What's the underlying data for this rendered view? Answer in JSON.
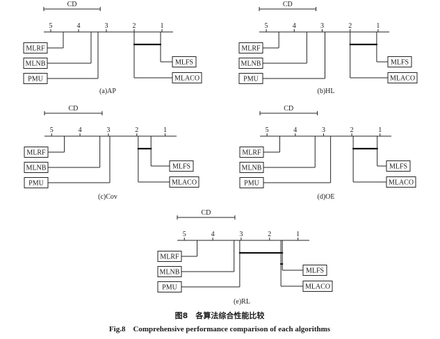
{
  "chart_data": [
    {
      "type": "critical-difference-diagram",
      "caption": "(a)AP",
      "axis": {
        "min": 1,
        "max": 5,
        "reversed": true,
        "ticks": [
          "5",
          "4",
          "3",
          "2",
          "1"
        ]
      },
      "cd_label": "CD",
      "cd_value": 2.03,
      "items": [
        {
          "name": "MLRF",
          "rank": 4.55,
          "side": "left"
        },
        {
          "name": "MLNB",
          "rank": 3.55,
          "side": "left"
        },
        {
          "name": "PMU",
          "rank": 3.3,
          "side": "left"
        },
        {
          "name": "MLFS",
          "rank": 1.05,
          "side": "right"
        },
        {
          "name": "MLACO",
          "rank": 2.0,
          "side": "right"
        }
      ],
      "groups": [
        [
          1.05,
          2.0
        ]
      ]
    },
    {
      "type": "critical-difference-diagram",
      "caption": "(b)HL",
      "axis": {
        "min": 1,
        "max": 5,
        "reversed": true,
        "ticks": [
          "5",
          "4",
          "3",
          "2",
          "1"
        ]
      },
      "cd_label": "CD",
      "cd_value": 2.03,
      "items": [
        {
          "name": "MLRF",
          "rank": 4.55,
          "side": "left"
        },
        {
          "name": "MLNB",
          "rank": 3.55,
          "side": "left"
        },
        {
          "name": "PMU",
          "rank": 2.9,
          "side": "left"
        },
        {
          "name": "MLFS",
          "rank": 1.05,
          "side": "right"
        },
        {
          "name": "MLACO",
          "rank": 2.0,
          "side": "right"
        }
      ],
      "groups": [
        [
          1.05,
          2.0
        ]
      ]
    },
    {
      "type": "critical-difference-diagram",
      "caption": "(c)Cov",
      "axis": {
        "min": 1,
        "max": 5,
        "reversed": true,
        "ticks": [
          "5",
          "4",
          "3",
          "2",
          "1"
        ]
      },
      "cd_label": "CD",
      "cd_value": 2.03,
      "items": [
        {
          "name": "MLRF",
          "rank": 4.55,
          "side": "left"
        },
        {
          "name": "MLNB",
          "rank": 3.3,
          "side": "left"
        },
        {
          "name": "PMU",
          "rank": 2.95,
          "side": "left"
        },
        {
          "name": "MLFS",
          "rank": 1.5,
          "side": "right"
        },
        {
          "name": "MLACO",
          "rank": 1.95,
          "side": "right"
        }
      ],
      "groups": [
        [
          1.5,
          1.95
        ]
      ]
    },
    {
      "type": "critical-difference-diagram",
      "caption": "(d)OE",
      "axis": {
        "min": 1,
        "max": 5,
        "reversed": true,
        "ticks": [
          "5",
          "4",
          "3",
          "2",
          "1"
        ]
      },
      "cd_label": "CD",
      "cd_value": 2.03,
      "items": [
        {
          "name": "MLRF",
          "rank": 4.55,
          "side": "left"
        },
        {
          "name": "MLNB",
          "rank": 3.3,
          "side": "left"
        },
        {
          "name": "PMU",
          "rank": 2.75,
          "side": "left"
        },
        {
          "name": "MLFS",
          "rank": 1.1,
          "side": "right"
        },
        {
          "name": "MLACO",
          "rank": 1.95,
          "side": "right"
        }
      ],
      "groups": [
        [
          1.1,
          1.95
        ]
      ]
    },
    {
      "type": "critical-difference-diagram",
      "caption": "(e)RL",
      "axis": {
        "min": 1,
        "max": 5,
        "reversed": true,
        "ticks": [
          "5",
          "4",
          "3",
          "2",
          "1"
        ]
      },
      "cd_label": "CD",
      "cd_value": 2.03,
      "items": [
        {
          "name": "MLRF",
          "rank": 4.55,
          "side": "left"
        },
        {
          "name": "MLNB",
          "rank": 3.25,
          "side": "left"
        },
        {
          "name": "PMU",
          "rank": 3.05,
          "side": "left"
        },
        {
          "name": "MLFS",
          "rank": 1.55,
          "side": "right"
        },
        {
          "name": "MLACO",
          "rank": 1.6,
          "side": "right"
        }
      ],
      "groups": [
        [
          1.55,
          3.05
        ],
        [
          1.55,
          1.6
        ]
      ]
    }
  ],
  "figure": {
    "caption_cn": "图8　各算法综合性能比较",
    "caption_en": "Fig.8　Comprehensive performance comparison of each algorithms"
  }
}
